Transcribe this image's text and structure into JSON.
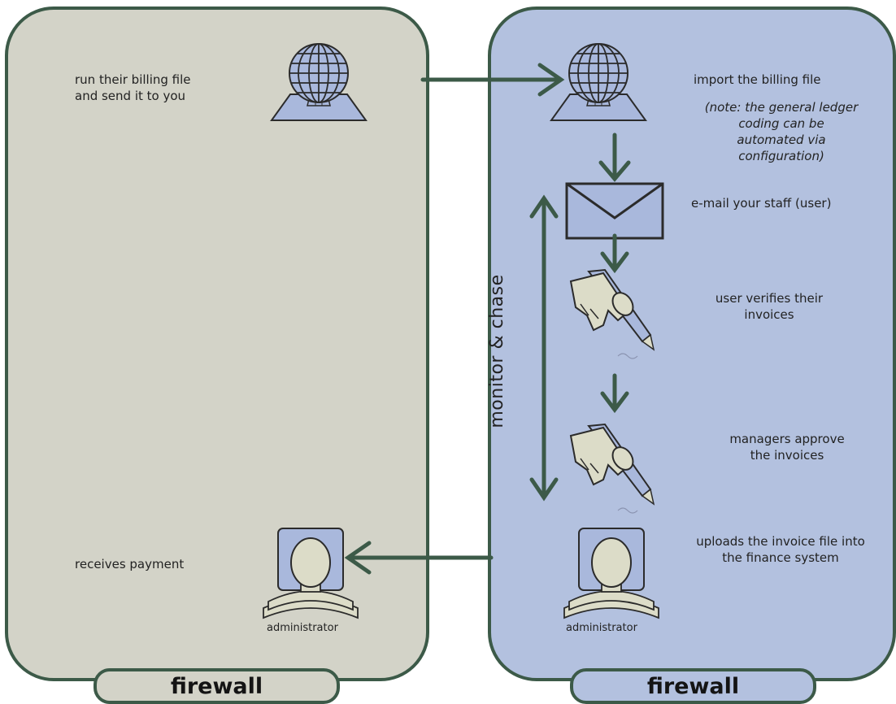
{
  "left_panel": {
    "tab_label": "firewall",
    "step1": [
      "run their billing file",
      "and send it to you"
    ],
    "step_payment": "receives payment",
    "admin_caption": "administrator"
  },
  "right_panel": {
    "tab_label": "firewall",
    "import": "import the billing file",
    "note": [
      "(note:  the general ledger",
      "coding can be",
      "automated via",
      "configuration)"
    ],
    "email": "e-mail your staff (user)",
    "verify": [
      "user verifies their",
      "invoices"
    ],
    "approve": [
      "managers approve",
      "the invoices"
    ],
    "upload": [
      "uploads the invoice file into",
      "the finance system"
    ],
    "admin_caption": "administrator",
    "side_label": "monitor & chase"
  },
  "colors": {
    "left_bg": "#d3d3c8",
    "right_bg": "#b3c1df",
    "border": "#3c5a48",
    "icon_fill": "#a9b8dc",
    "icon_cream": "#dcdcc8"
  }
}
